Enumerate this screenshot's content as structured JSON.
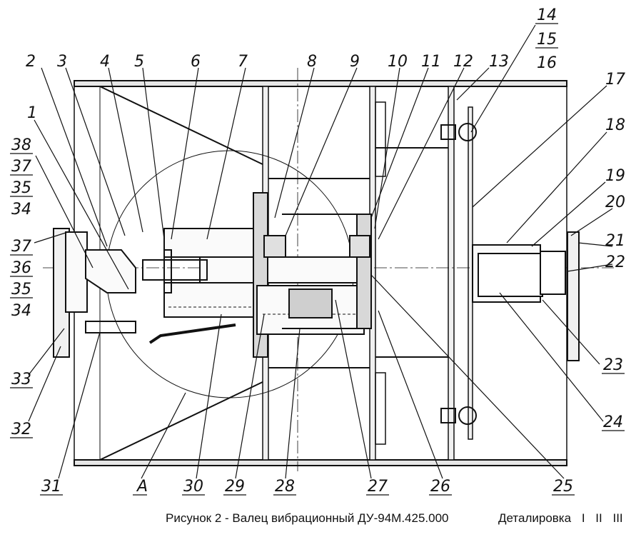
{
  "caption": "Рисунок 2 - Валец вибрационный ДУ-94М.425.000",
  "details": {
    "label": "Деталировка",
    "links": [
      "I",
      "II",
      "III"
    ]
  },
  "callouts": [
    "1",
    "2",
    "3",
    "4",
    "5",
    "6",
    "7",
    "8",
    "9",
    "10",
    "11",
    "12",
    "13",
    "14",
    "15",
    "16",
    "17",
    "18",
    "19",
    "20",
    "21",
    "22",
    "23",
    "24",
    "25",
    "26",
    "27",
    "28",
    "29",
    "30",
    "31",
    "32",
    "33",
    "34",
    "35",
    "36",
    "37",
    "38",
    "A"
  ]
}
